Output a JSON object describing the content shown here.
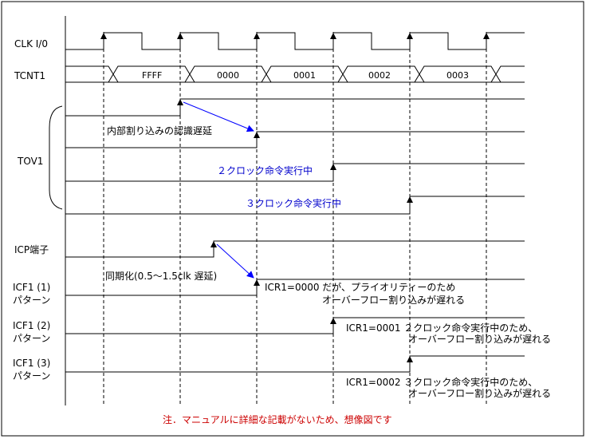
{
  "signals": {
    "clk": "CLK I/0",
    "tcnt": "TCNT1",
    "tov": "TOV1",
    "icp": "ICP端子",
    "icf1_1": "ICF1 (1)",
    "icf1_2": "ICF1 (2)",
    "icf1_3": "ICF1 (3)",
    "pattern": "パターン"
  },
  "tcnt_values": [
    "FFFF",
    "0000",
    "0001",
    "0002",
    "0003"
  ],
  "notes": {
    "internal_delay": "内部割り込みの認識遅延",
    "two_clock": "２クロック命令実行中",
    "three_clock": "３クロック命令実行中",
    "sync": "同期化(0.5～1.5clk 遅延)",
    "icf1_1_line1": "ICR1=0000 だが、プライオリティーのため",
    "icf1_1_line2": "オーバーフロー割り込みが遅れる",
    "icf1_2_line1": "ICR1=0001 ２クロック命令実行中のため、",
    "icf1_2_line2": "オーバーフロー割り込みが遅れる",
    "icf1_3_line1": "ICR1=0002 ３クロック命令実行中のため、",
    "icf1_3_line2": "オーバーフロー割り込みが遅れる",
    "footer": "注．マニュアルに詳細な記載がないため、想像図です"
  },
  "colors": {
    "line": "#000000",
    "arrow": "#0000ff",
    "annotation": "#0000cc",
    "footer": "#cc0000"
  }
}
